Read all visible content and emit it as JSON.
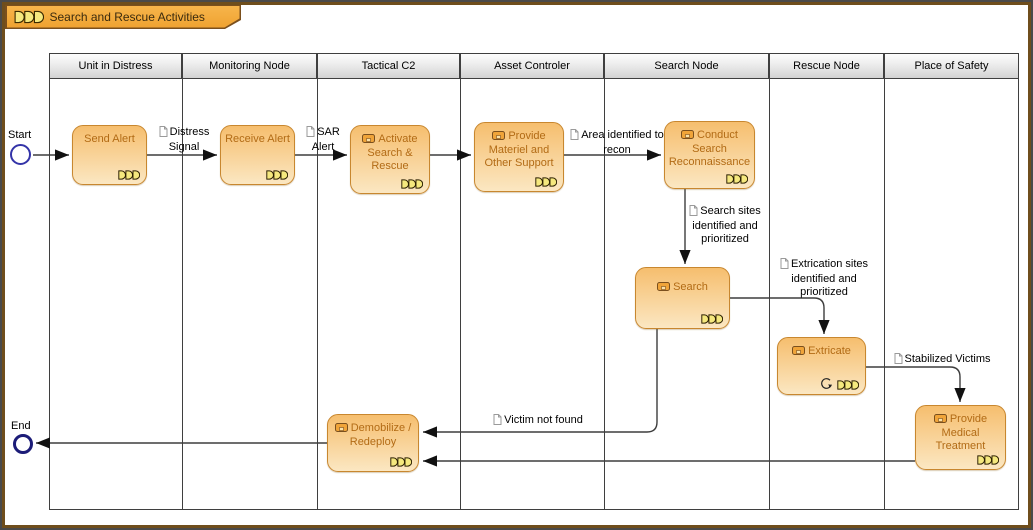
{
  "title": "Search and Rescue Activities",
  "lanes": [
    {
      "label": "Unit in Distress"
    },
    {
      "label": "Monitoring Node"
    },
    {
      "label": "Tactical C2"
    },
    {
      "label": "Asset Controler"
    },
    {
      "label": "Search Node"
    },
    {
      "label": "Rescue Node"
    },
    {
      "label": "Place of Safety"
    }
  ],
  "events": {
    "start": "Start",
    "end": "End"
  },
  "activities": {
    "send_alert": "Send Alert",
    "receive_alert": "Receive Alert",
    "activate_sar": "Activate Search & Rescue",
    "provide_materiel": "Provide Materiel and Other Support",
    "conduct_recon": "Conduct Search Reconnaissance",
    "search": "Search",
    "extricate": "Extricate",
    "provide_medical": "Provide Medical Treatment",
    "demobilize": "Demobilize / Redeploy"
  },
  "flow_labels": {
    "distress_signal": "Distress Signal",
    "sar_alert": "SAR Alert",
    "area_recon": "Area identified to recon",
    "search_sites": "Search sites identified and prioritized",
    "extrication_sites": "Extrication sites identified and prioritized",
    "stabilized_victims": "Stabilized Victims",
    "victim_not_found": "Victim not found"
  },
  "colors": {
    "activity_fill_top": "#F6BE6E",
    "activity_fill_bottom": "#FBE7C2",
    "activity_border": "#C8872F",
    "activity_text": "#B26B15",
    "tab_fill": "#F2A838",
    "tab_border": "#7A4F1D",
    "frame_brown": "#6F4E1C",
    "connector": "#3d3d3d"
  }
}
